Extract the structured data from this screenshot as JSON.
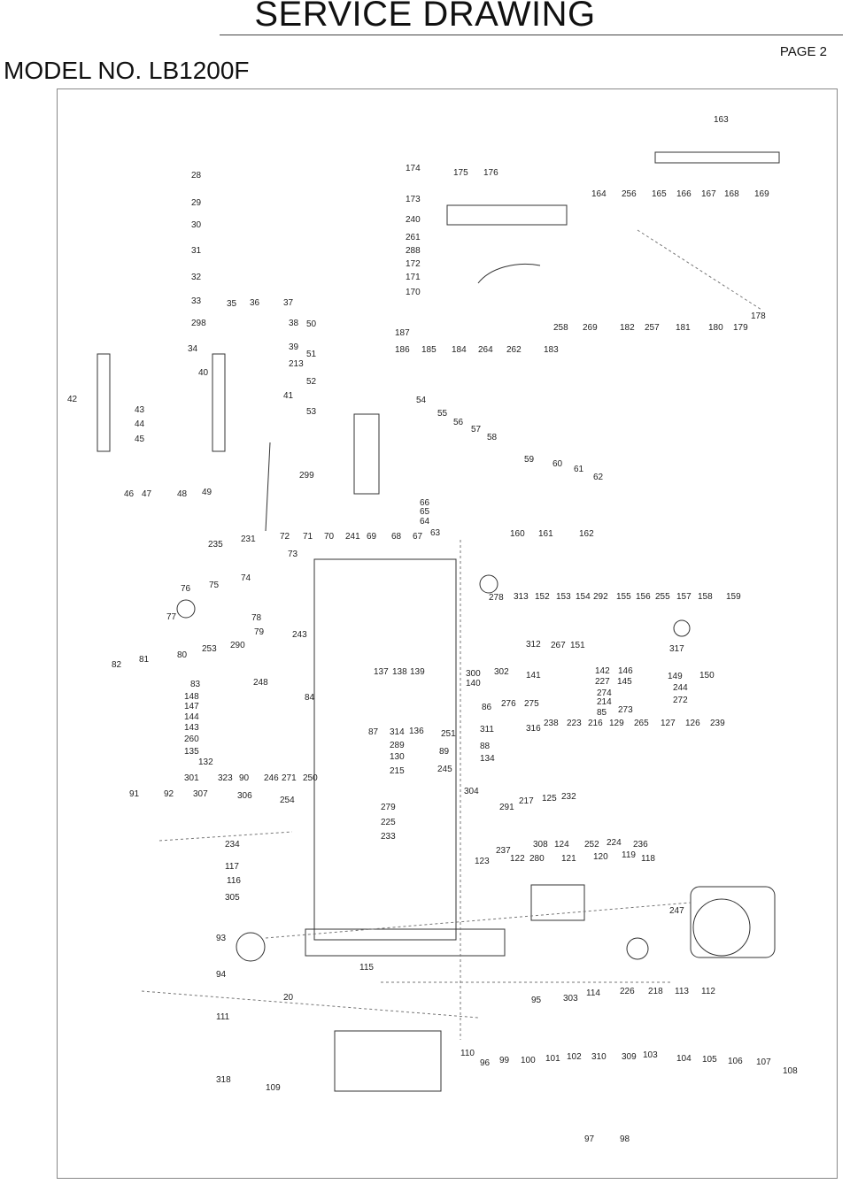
{
  "header": {
    "title": "SERVICE DRAWING",
    "model": "MODEL NO. LB1200F",
    "page": "PAGE 2"
  },
  "part_labels": [
    "163",
    "174",
    "175",
    "176",
    "28",
    "173",
    "164",
    "256",
    "165",
    "166",
    "167",
    "168",
    "169",
    "29",
    "240",
    "30",
    "261",
    "288",
    "31",
    "172",
    "171",
    "32",
    "170",
    "178",
    "33",
    "35",
    "36",
    "37",
    "298",
    "38",
    "50",
    "187",
    "258",
    "269",
    "182",
    "257",
    "181",
    "180",
    "179",
    "34",
    "39",
    "186",
    "185",
    "184",
    "264",
    "262",
    "183",
    "51",
    "40",
    "213",
    "42",
    "52",
    "41",
    "43",
    "53",
    "54",
    "55",
    "56",
    "44",
    "57",
    "45",
    "58",
    "59",
    "60",
    "61",
    "62",
    "299",
    "46",
    "47",
    "48",
    "49",
    "66",
    "65",
    "64",
    "63",
    "72",
    "71",
    "70",
    "241",
    "69",
    "68",
    "67",
    "235",
    "231",
    "160",
    "161",
    "162",
    "73",
    "74",
    "76",
    "75",
    "278",
    "313",
    "152",
    "153",
    "154",
    "292",
    "155",
    "156",
    "255",
    "157",
    "158",
    "159",
    "77",
    "78",
    "79",
    "243",
    "290",
    "312",
    "267",
    "151",
    "253",
    "80",
    "317",
    "82",
    "81",
    "149",
    "150",
    "137",
    "138",
    "139",
    "300",
    "302",
    "141",
    "142",
    "146",
    "83",
    "248",
    "140",
    "227",
    "145",
    "148",
    "244",
    "147",
    "84",
    "86",
    "276",
    "275",
    "274",
    "214",
    "272",
    "144",
    "85",
    "273",
    "143",
    "87",
    "314",
    "136",
    "251",
    "311",
    "316",
    "238",
    "223",
    "216",
    "129",
    "265",
    "127",
    "126",
    "239",
    "260",
    "289",
    "88",
    "135",
    "130",
    "89",
    "134",
    "132",
    "215",
    "245",
    "301",
    "323",
    "90",
    "246",
    "271",
    "250",
    "91",
    "92",
    "307",
    "306",
    "304",
    "254",
    "279",
    "291",
    "217",
    "125",
    "232",
    "225",
    "233",
    "224",
    "236",
    "234",
    "237",
    "308",
    "124",
    "252",
    "123",
    "122",
    "280",
    "121",
    "120",
    "119",
    "118",
    "117",
    "116",
    "305",
    "247",
    "93",
    "115",
    "94",
    "20",
    "95",
    "303",
    "114",
    "226",
    "218",
    "113",
    "112",
    "111",
    "110",
    "96",
    "99",
    "100",
    "101",
    "102",
    "310",
    "309",
    "103",
    "104",
    "105",
    "106",
    "107",
    "108",
    "318",
    "109",
    "97",
    "98"
  ]
}
